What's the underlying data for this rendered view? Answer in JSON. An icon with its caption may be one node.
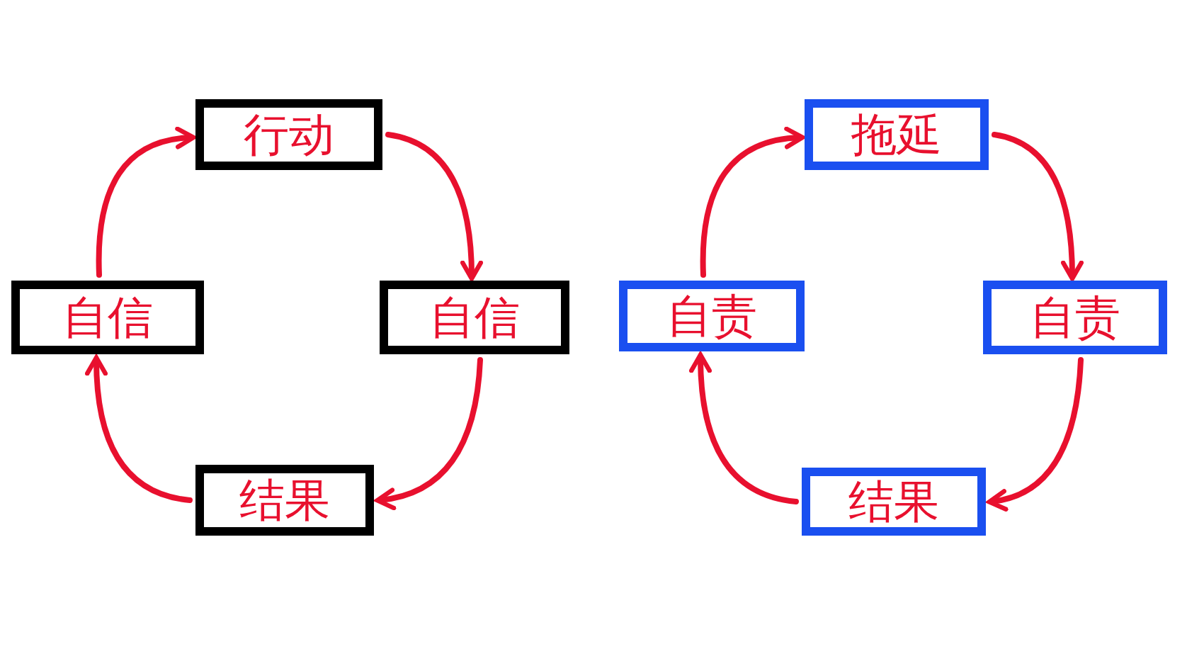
{
  "diagram": {
    "nodes": [
      {
        "text": [
          "行动"
        ]
      },
      {
        "text": [
          "自信"
        ]
      },
      {
        "text": [
          "结果"
        ]
      },
      {
        "text": [
          "自信"
        ]
      },
      {
        "text": [
          "拖延"
        ]
      },
      {
        "text": [
          "自责"
        ]
      },
      {
        "text": [
          "结果"
        ]
      },
      {
        "text": [
          "自责"
        ]
      }
    ],
    "edges": [
      {
        "from": 0,
        "to": 1,
        "arrow": "to"
      },
      {
        "from": 1,
        "to": 2,
        "arrow": "to"
      },
      {
        "from": 2,
        "to": 3,
        "arrow": "to"
      },
      {
        "from": 3,
        "to": 0,
        "arrow": "to"
      },
      {
        "from": 4,
        "to": 5,
        "arrow": "to"
      },
      {
        "from": 5,
        "to": 6,
        "arrow": "to"
      },
      {
        "from": 6,
        "to": 7,
        "arrow": "to"
      },
      {
        "from": 7,
        "to": 4,
        "arrow": "to"
      }
    ]
  }
}
